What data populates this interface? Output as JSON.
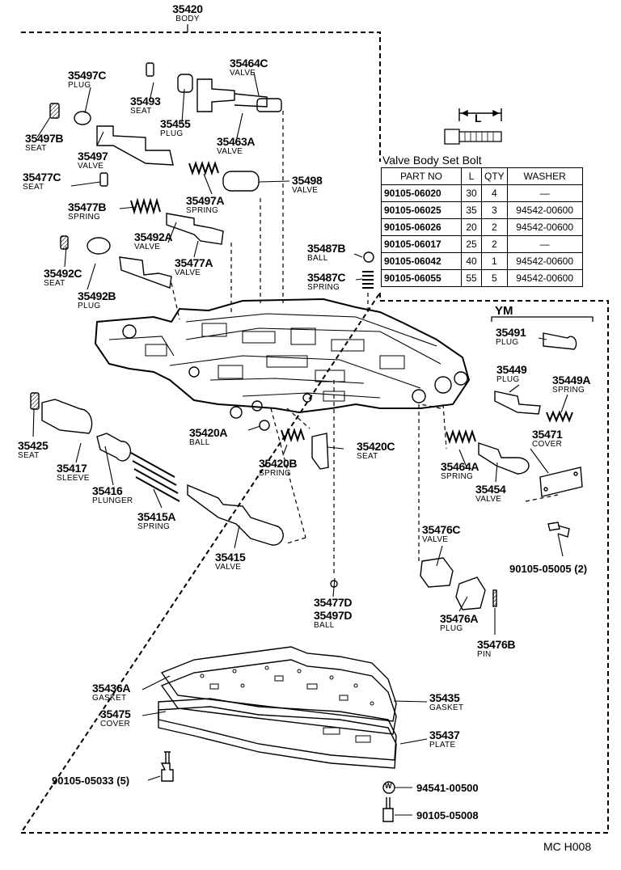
{
  "title": {
    "number": "35420",
    "name": "BODY"
  },
  "parts": [
    {
      "id": "p35497C",
      "number": "35497C",
      "name": "PLUG"
    },
    {
      "id": "p35493",
      "number": "35493",
      "name": "SEAT"
    },
    {
      "id": "p35464C",
      "number": "35464C",
      "name": "VALVE"
    },
    {
      "id": "p35455",
      "number": "35455",
      "name": "PLUG"
    },
    {
      "id": "p35463A",
      "number": "35463A",
      "name": "VALVE"
    },
    {
      "id": "p35497B",
      "number": "35497B",
      "name": "SEAT"
    },
    {
      "id": "p35497",
      "number": "35497",
      "name": "VALVE"
    },
    {
      "id": "p35477C",
      "number": "35477C",
      "name": "SEAT"
    },
    {
      "id": "p35498",
      "number": "35498",
      "name": "VALVE"
    },
    {
      "id": "p35497A",
      "number": "35497A",
      "name": "SPRING"
    },
    {
      "id": "p35477B",
      "number": "35477B",
      "name": "SPRING"
    },
    {
      "id": "p35492A",
      "number": "35492A",
      "name": "VALVE"
    },
    {
      "id": "p35477A",
      "number": "35477A",
      "name": "VALVE"
    },
    {
      "id": "p35492C",
      "number": "35492C",
      "name": "SEAT"
    },
    {
      "id": "p35492B",
      "number": "35492B",
      "name": "PLUG"
    },
    {
      "id": "p35487B",
      "number": "35487B",
      "name": "BALL"
    },
    {
      "id": "p35487C",
      "number": "35487C",
      "name": "SPRING"
    },
    {
      "id": "p35491",
      "number": "35491",
      "name": "PLUG"
    },
    {
      "id": "p35449",
      "number": "35449",
      "name": "PLUG"
    },
    {
      "id": "p35449A",
      "number": "35449A",
      "name": "SPRING"
    },
    {
      "id": "p35471",
      "number": "35471",
      "name": "COVER"
    },
    {
      "id": "p35464A",
      "number": "35464A",
      "name": "SPRING"
    },
    {
      "id": "p35454",
      "number": "35454",
      "name": "VALVE"
    },
    {
      "id": "p35420A",
      "number": "35420A",
      "name": "BALL"
    },
    {
      "id": "p35420C",
      "number": "35420C",
      "name": "SEAT"
    },
    {
      "id": "p35420B",
      "number": "35420B",
      "name": "SPRING"
    },
    {
      "id": "p35425",
      "number": "35425",
      "name": "SEAT"
    },
    {
      "id": "p35417",
      "number": "35417",
      "name": "SLEEVE"
    },
    {
      "id": "p35416",
      "number": "35416",
      "name": "PLUNGER"
    },
    {
      "id": "p35415A",
      "number": "35415A",
      "name": "SPRING"
    },
    {
      "id": "p35415",
      "number": "35415",
      "name": "VALVE"
    },
    {
      "id": "p35476C",
      "number": "35476C",
      "name": "VALVE"
    },
    {
      "id": "p35476A",
      "number": "35476A",
      "name": "PLUG"
    },
    {
      "id": "p35476B",
      "number": "35476B",
      "name": "PIN"
    },
    {
      "id": "p35436A",
      "number": "35436A",
      "name": "GASKET"
    },
    {
      "id": "p35475",
      "number": "35475",
      "name": "COVER"
    },
    {
      "id": "p35435",
      "number": "35435",
      "name": "GASKET"
    },
    {
      "id": "p35437",
      "number": "35437",
      "name": "PLATE"
    }
  ],
  "ball_35477D": {
    "line1": "35477D",
    "line2": "35497D",
    "name": "BALL"
  },
  "bolts": {
    "b1": "90105-05005 (2)",
    "b2": "90105-05033 (5)",
    "b3": "94541-00500",
    "b4": "90105-05008",
    "washer_symbol": "W"
  },
  "set_bolt_table": {
    "title": "Valve Body Set Bolt",
    "dimension_label": "L",
    "headers": [
      "PART NO",
      "L",
      "QTY",
      "WASHER"
    ],
    "rows": [
      [
        "90105-06020",
        "30",
        "4",
        "—"
      ],
      [
        "90105-06025",
        "35",
        "3",
        "94542-00600"
      ],
      [
        "90105-06026",
        "20",
        "2",
        "94542-00600"
      ],
      [
        "90105-06017",
        "25",
        "2",
        "—"
      ],
      [
        "90105-06042",
        "40",
        "1",
        "94542-00600"
      ],
      [
        "90105-06055",
        "55",
        "5",
        "94542-00600"
      ]
    ]
  },
  "ym_label": "YM",
  "footer_code": "MC H008"
}
